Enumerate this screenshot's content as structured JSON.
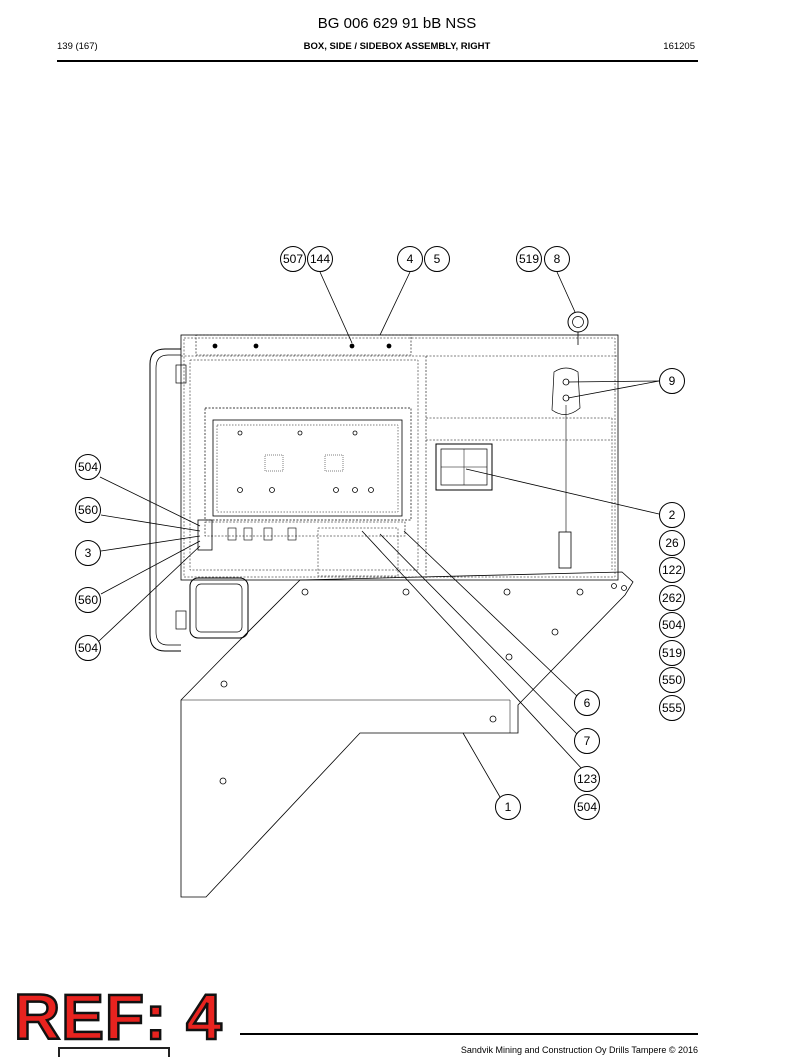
{
  "header": {
    "doc_title": "BG 006 629 91 bB NSS",
    "page": "139 (167)",
    "section": "BOX, SIDE / SIDEBOX ASSEMBLY, RIGHT",
    "date": "161205"
  },
  "callouts": {
    "c507": "507",
    "c144": "144",
    "c4": "4",
    "c5": "5",
    "c519a": "519",
    "c8": "8",
    "c9": "9",
    "c504a": "504",
    "c560a": "560",
    "c3": "3",
    "c560b": "560",
    "c504b": "504",
    "c2": "2",
    "c26": "26",
    "c122": "122",
    "c262": "262",
    "c504c": "504",
    "c519b": "519",
    "c550": "550",
    "c555": "555",
    "c6": "6",
    "c7": "7",
    "c123": "123",
    "c1": "1",
    "c504d": "504"
  },
  "stamp": {
    "text": "REF: 4",
    "color": "#e8231f"
  },
  "footer": {
    "copyright": "Sandvik Mining and Construction Oy Drills Tampere © 2016"
  }
}
